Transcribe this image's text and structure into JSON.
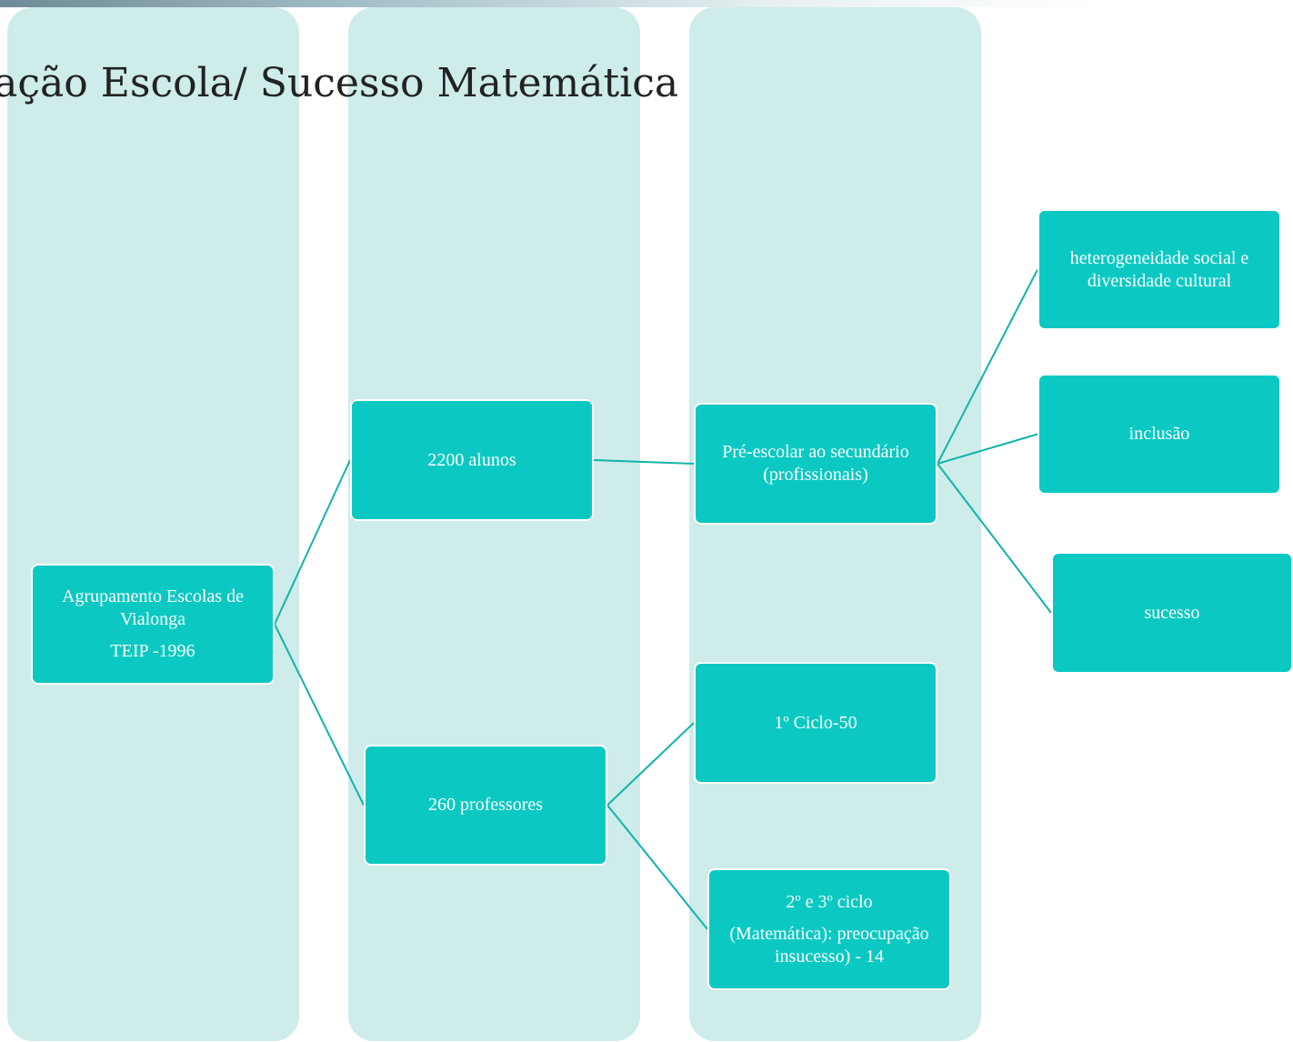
{
  "title": "zação Escola/ Sucesso Matemática",
  "colors": {
    "column_bg": "#cdecea",
    "node_fill": "#0bc9c2",
    "connector": "#12b3ac"
  },
  "nodes": {
    "root": {
      "line1": "Agrupamento Escolas de Vialonga",
      "line2": "TEIP -1996"
    },
    "alunos": {
      "text": "2200 alunos"
    },
    "professores": {
      "text": "260 professores"
    },
    "prescolar": {
      "text": "Pré-escolar ao secundário (profissionais)"
    },
    "ciclo1": {
      "text": "1º Ciclo-50"
    },
    "ciclo23": {
      "line1": "2º e 3º ciclo",
      "line2": "(Matemática): preocupação insucesso) - 14"
    },
    "heterogeneidade": {
      "text": "heterogeneidade social e diversidade cultural"
    },
    "inclusao": {
      "text": "inclusão"
    },
    "sucesso": {
      "text": "sucesso"
    }
  },
  "edges": [
    [
      "root",
      "alunos"
    ],
    [
      "root",
      "professores"
    ],
    [
      "alunos",
      "prescolar"
    ],
    [
      "professores",
      "ciclo1"
    ],
    [
      "professores",
      "ciclo23"
    ],
    [
      "prescolar",
      "heterogeneidade"
    ],
    [
      "prescolar",
      "inclusao"
    ],
    [
      "prescolar",
      "sucesso"
    ]
  ]
}
